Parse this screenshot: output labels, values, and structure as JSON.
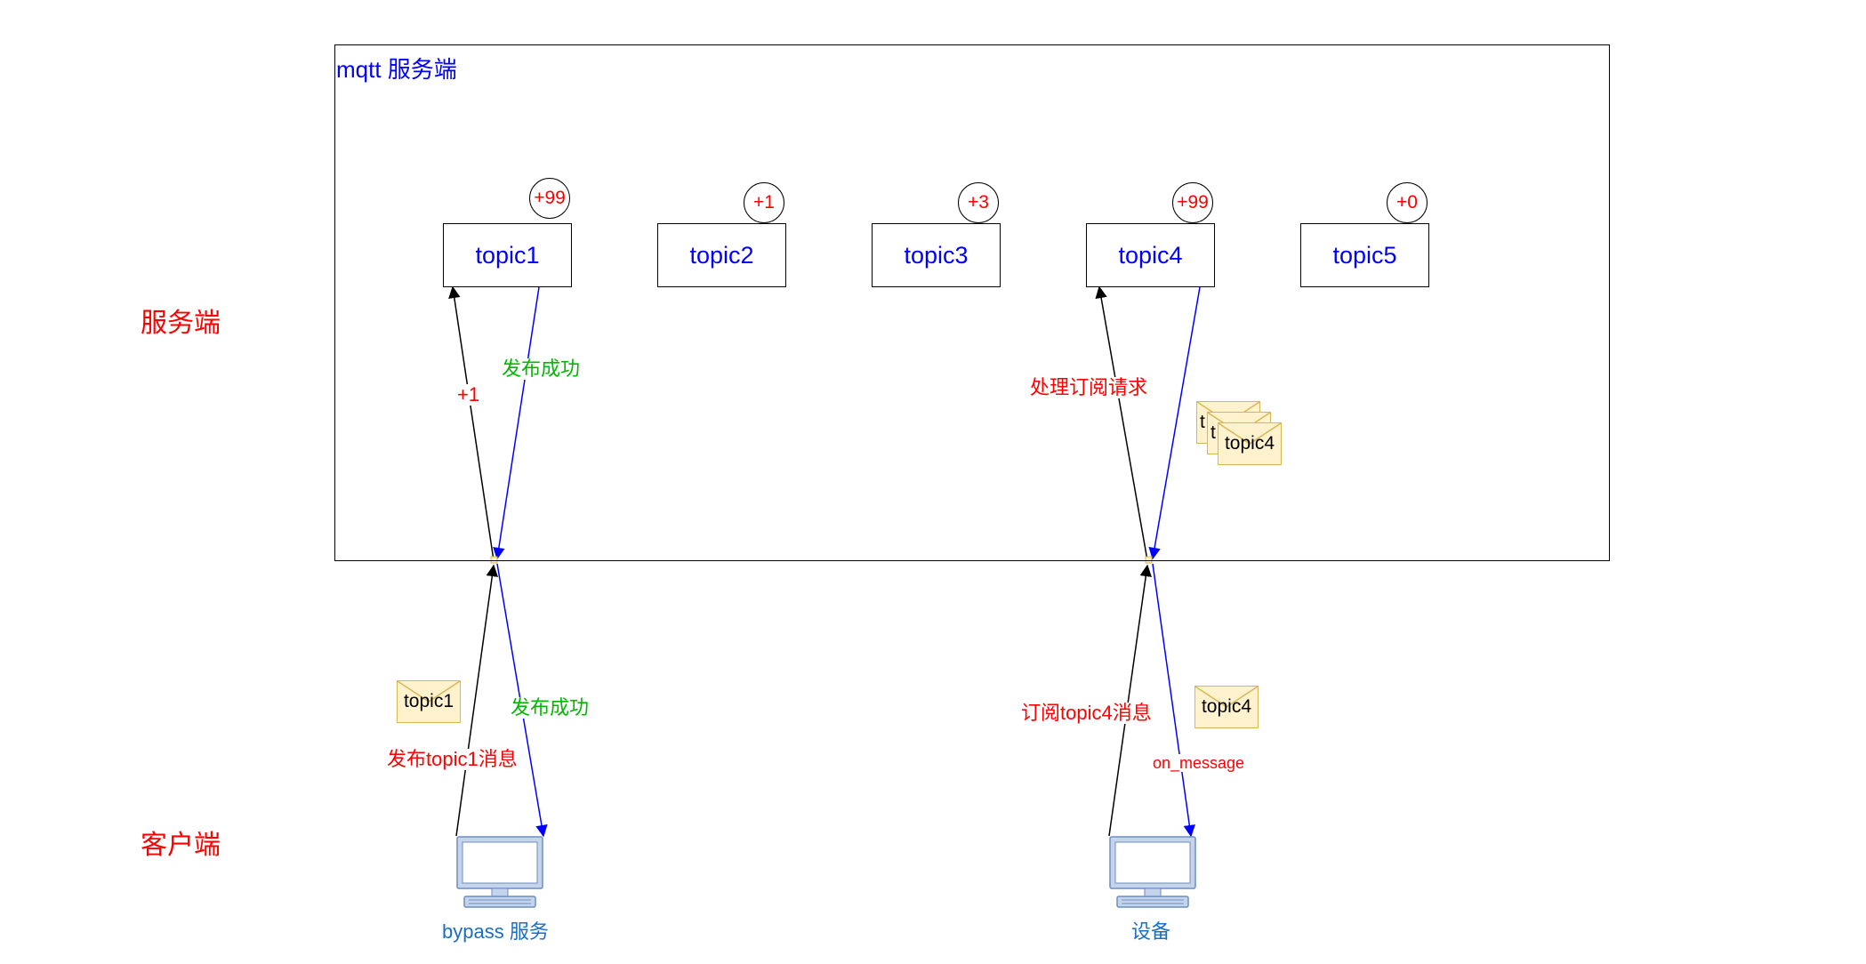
{
  "labels": {
    "server_layer": "服务端",
    "client_layer": "客户端"
  },
  "server": {
    "title": "mqtt 服务端"
  },
  "topics": [
    {
      "name": "topic1",
      "badge": "+99"
    },
    {
      "name": "topic2",
      "badge": "+1"
    },
    {
      "name": "topic3",
      "badge": "+3"
    },
    {
      "name": "topic4",
      "badge": "+99"
    },
    {
      "name": "topic5",
      "badge": "+0"
    }
  ],
  "flows": {
    "publish": {
      "server_plus": "+1",
      "server_success": "发布成功",
      "client_request": "发布topic1消息",
      "client_success": "发布成功",
      "envelope": "topic1"
    },
    "subscribe": {
      "server_handle": "处理订阅请求",
      "client_request": "订阅topic4消息",
      "client_callback": "on_message",
      "envelope": "topic4",
      "stack_envelopes": [
        "t",
        "t",
        "topic4"
      ]
    }
  },
  "clients": [
    {
      "name": "bypass 服务"
    },
    {
      "name": "设备"
    }
  ],
  "colors": {
    "label_red": "#ff0000",
    "accent_blue": "#0000ff",
    "success_green": "#00b800",
    "envelope_fill": "#fff2cc",
    "envelope_stroke": "#d6b656",
    "client_text": "#1a6fc4"
  }
}
